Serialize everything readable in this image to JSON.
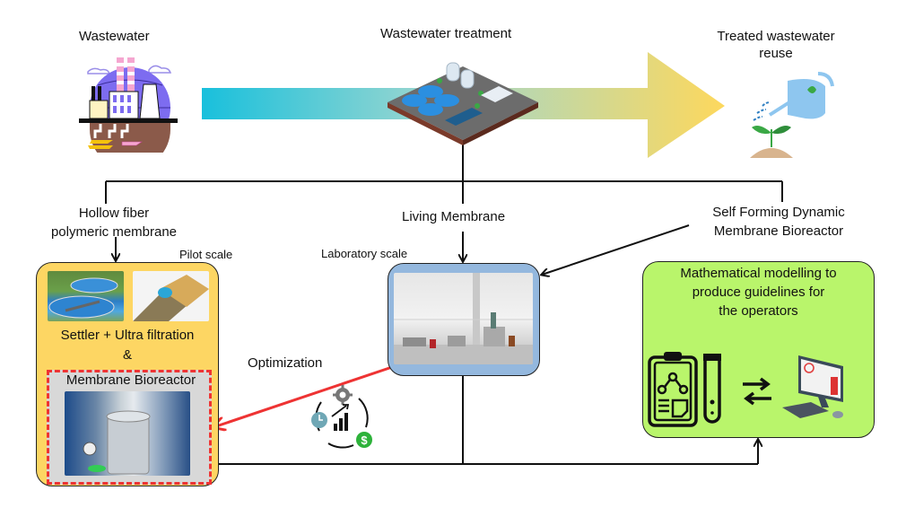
{
  "top_row": {
    "wastewater_label": "Wastewater",
    "treatment_label": "Wastewater treatment",
    "reuse_label_line1": "Treated wastewater",
    "reuse_label_line2": "reuse",
    "flow_arrow_colors": {
      "start": "#19c0dc",
      "middle": "#9fd7cf",
      "end": "#fdd85d"
    }
  },
  "branches": {
    "hollow_fiber_line1": "Hollow fiber",
    "hollow_fiber_line2": "polymeric membrane",
    "living_membrane": "Living Membrane",
    "sfdmbr_line1": "Self Forming Dynamic",
    "sfdmbr_line2": "Membrane Bioreactor"
  },
  "pilot": {
    "scale_label": "Pilot scale",
    "process_label": "Settler  + Ultra  filtration",
    "ampersand": "&",
    "mbr_label": "Membrane Bioreactor",
    "fill_color": "#fdd663",
    "dash_color": "#ee3333"
  },
  "lab": {
    "scale_label": "Laboratory scale",
    "fill_color": "#94b8de"
  },
  "optimization": {
    "label": "Optimization",
    "arrow_color": "#ee3333",
    "icons": [
      "gear-icon",
      "clock-icon",
      "bar-chart-growth-icon",
      "dollar-icon"
    ]
  },
  "modelling": {
    "title_line1": "Mathematical modelling to",
    "title_line2": "produce guidelines for",
    "title_line3": "the operators",
    "fill_color": "#b9f56b",
    "icons": [
      "clipboard-analysis-icon",
      "test-tube-icon",
      "exchange-arrows-icon",
      "computer-workstation-icon"
    ]
  }
}
